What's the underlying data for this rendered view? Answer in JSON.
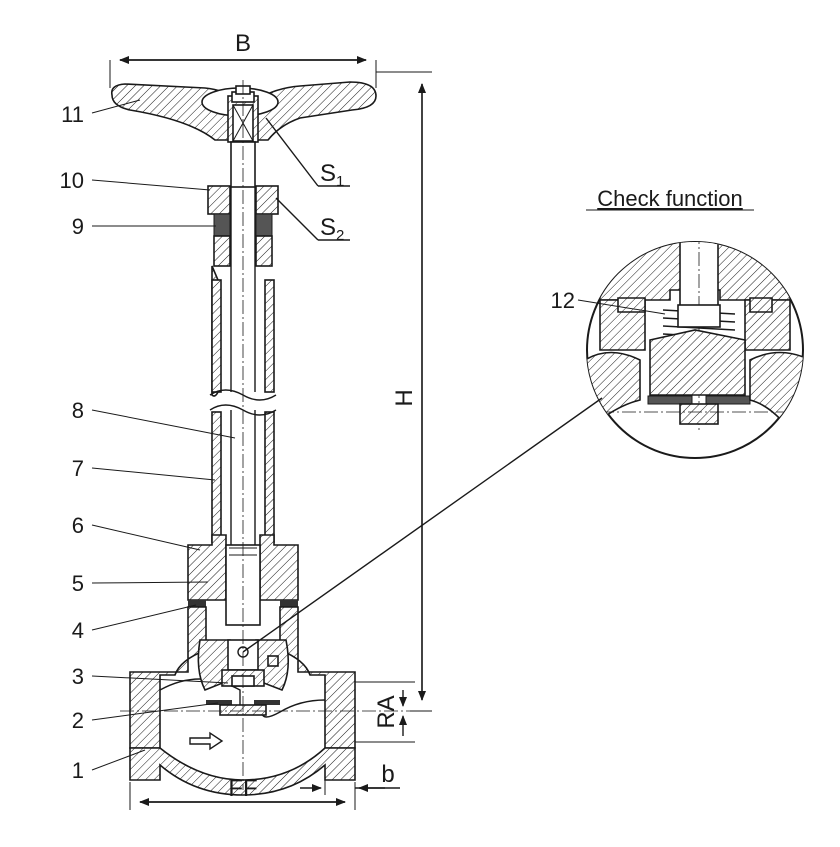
{
  "diagram": {
    "title": "Check function",
    "dimensions": {
      "width": "B",
      "height": "H",
      "face_to_face": "FF",
      "offset": "RA",
      "socket": "b",
      "s1_base": "S",
      "s1_sub": "1",
      "s2_base": "S",
      "s2_sub": "2"
    },
    "part_numbers": [
      "1",
      "2",
      "3",
      "4",
      "5",
      "6",
      "7",
      "8",
      "9",
      "10",
      "11",
      "12"
    ],
    "colors": {
      "line": "#1a1a1a",
      "background": "#ffffff"
    }
  }
}
